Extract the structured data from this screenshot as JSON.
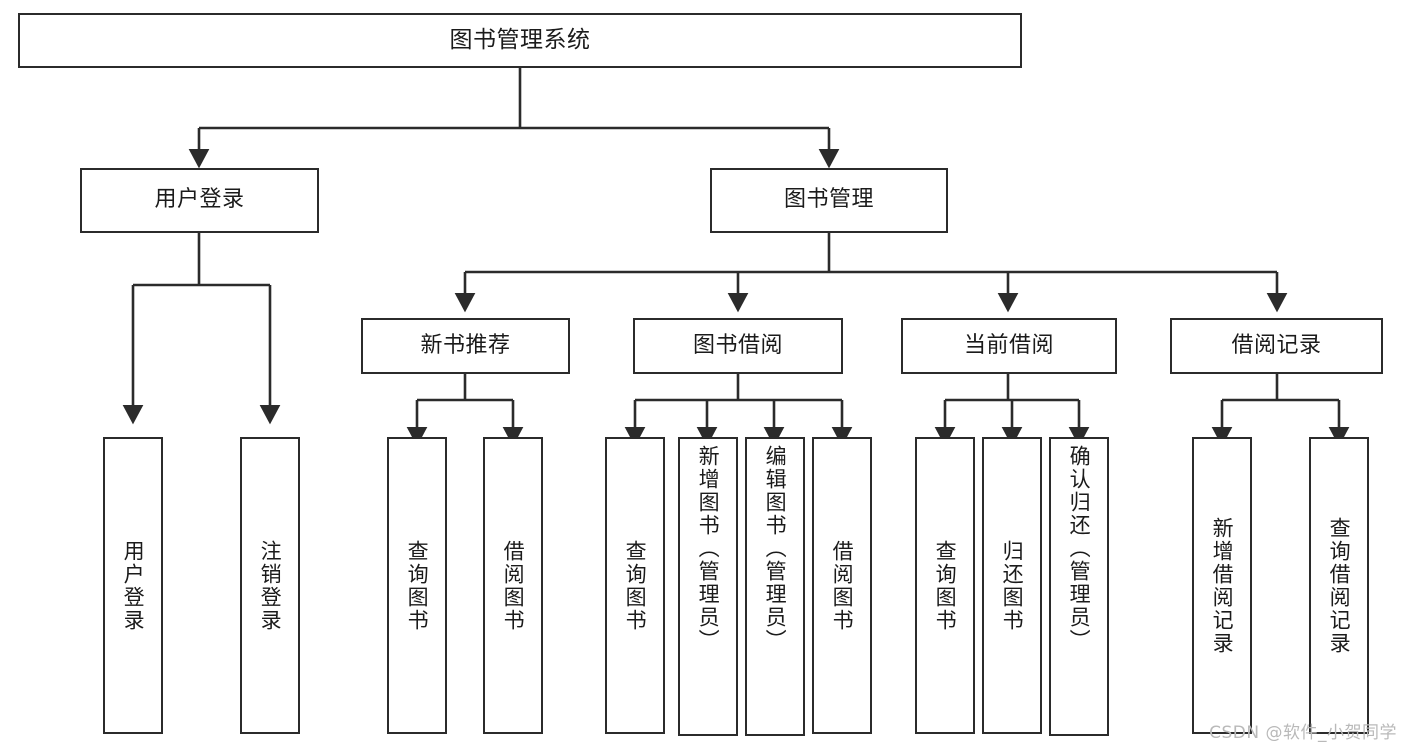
{
  "diagram": {
    "title": "图书管理系统",
    "type": "tree-hierarchy",
    "watermark": "CSDN @软件_小贺同学",
    "colors": {
      "box_border": "#2b2b2b",
      "box_fill": "#ffffff",
      "connector": "#2b2b2b",
      "text": "#1b1b1b",
      "watermark": "#b9b9b9"
    },
    "root": {
      "label": "图书管理系统"
    },
    "level2": [
      {
        "label": "用户登录"
      },
      {
        "label": "图书管理"
      }
    ],
    "level3": [
      {
        "label": "新书推荐"
      },
      {
        "label": "图书借阅"
      },
      {
        "label": "当前借阅"
      },
      {
        "label": "借阅记录"
      }
    ],
    "leaves": {
      "user_login": [
        {
          "label": "用户登录"
        },
        {
          "label": "注销登录"
        }
      ],
      "new_book": [
        {
          "label": "查询图书"
        },
        {
          "label": "借阅图书"
        }
      ],
      "book_borrow": [
        {
          "label": "查询图书"
        },
        {
          "label": "新增图书（管理员）"
        },
        {
          "label": "编辑图书（管理员）"
        },
        {
          "label": "借阅图书"
        }
      ],
      "current_borrow": [
        {
          "label": "查询图书"
        },
        {
          "label": "归还图书"
        },
        {
          "label": "确认归还（管理员）"
        }
      ],
      "borrow_record": [
        {
          "label": "新增借阅记录"
        },
        {
          "label": "查询借阅记录"
        }
      ]
    }
  }
}
